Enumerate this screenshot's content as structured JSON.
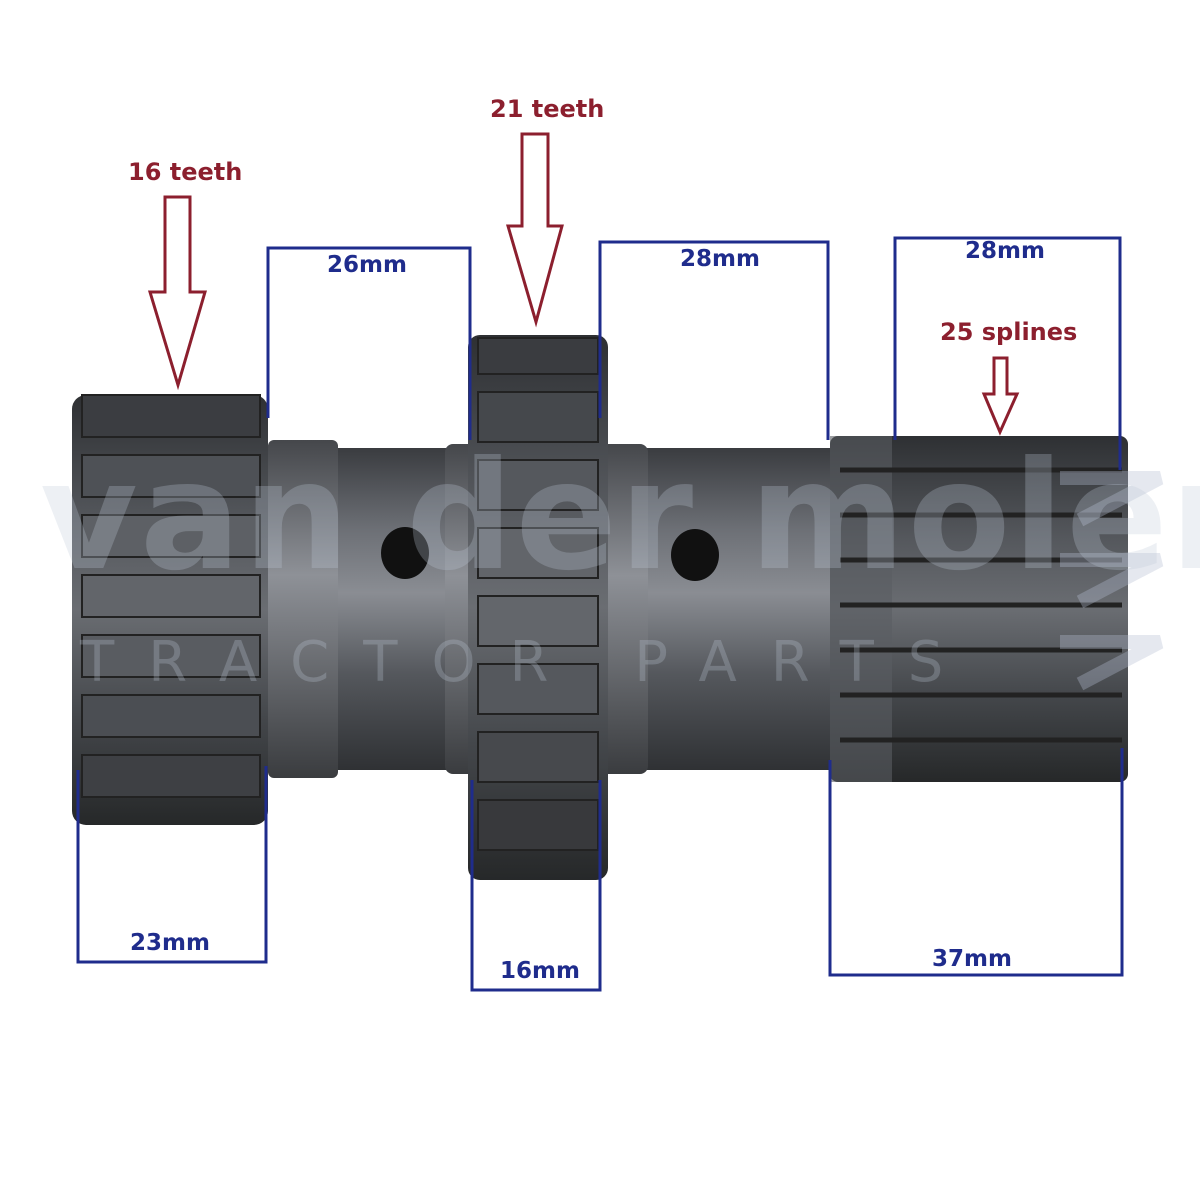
{
  "photo": {
    "subject": "gear-shaft",
    "colors": {
      "dimension": "#1f2c8c",
      "callout": "#8c1f2e",
      "metal": "#4b4d52"
    }
  },
  "callouts": {
    "gear_left_teeth": "16 teeth",
    "gear_mid_teeth": "21 teeth",
    "spline_count": "25 splines"
  },
  "dimensions": {
    "gap_left": "26mm",
    "gap_middle": "28mm",
    "spline_top": "28mm",
    "gear_left_width": "23mm",
    "gear_mid_width": "16mm",
    "spline_bottom": "37mm"
  },
  "watermark": {
    "brand": "van der molen",
    "sub": "TRACTOR PARTS"
  }
}
